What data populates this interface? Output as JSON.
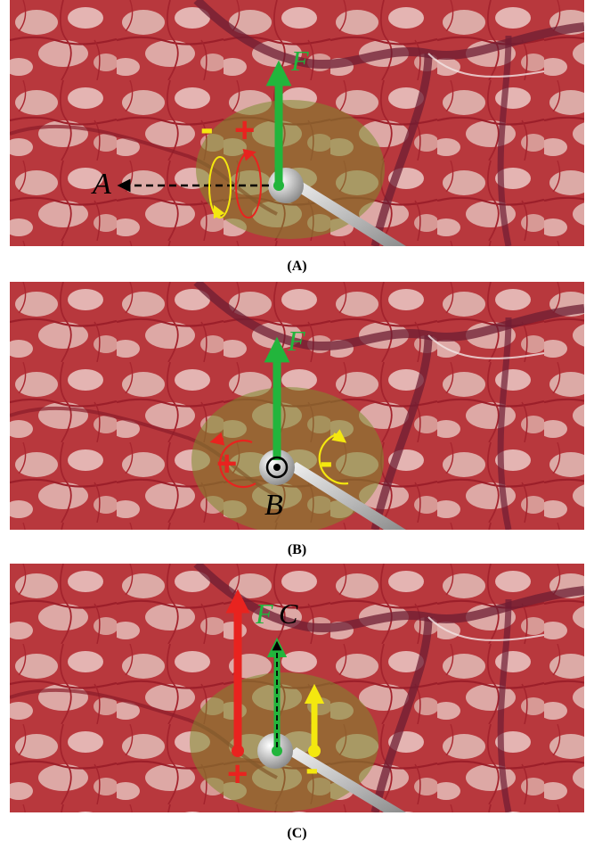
{
  "panels": [
    {
      "id": "A",
      "caption": "(A)",
      "labels": {
        "force": "F",
        "point": "A",
        "minus": "-",
        "plus": "+"
      }
    },
    {
      "id": "B",
      "caption": "(B)",
      "labels": {
        "force": "F",
        "point": "B",
        "minus": "-",
        "plus": "+"
      }
    },
    {
      "id": "C",
      "caption": "(C)",
      "labels": {
        "force": "F",
        "point": "C",
        "minus": "-",
        "plus": "+"
      }
    }
  ],
  "colors": {
    "force": "#22b53c",
    "plus": "#e8231f",
    "minus": "#f4e80f",
    "axis": "#000000",
    "tissue_base": "#b0333a",
    "tissue_light": "#e9c9c4",
    "vessel": "#7a1f32",
    "contact_region": "#7d8a2e",
    "tool": "#bdbdbd"
  }
}
